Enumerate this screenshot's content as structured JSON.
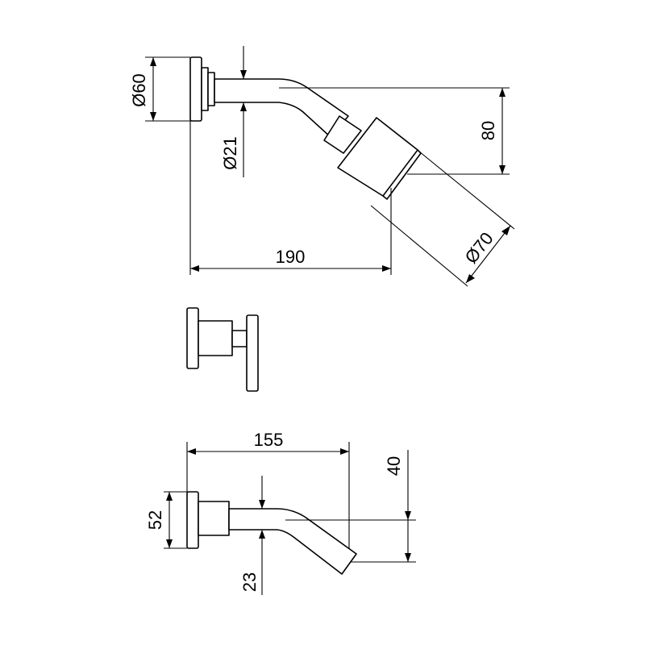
{
  "colors": {
    "line": "#000000",
    "background": "#ffffff"
  },
  "shower_head": {
    "dim_flange_diameter": "Ø60",
    "dim_arm_diameter": "Ø21",
    "dim_projection": "190",
    "dim_drop": "80",
    "dim_head_diameter": "Ø70"
  },
  "spout": {
    "dim_projection": "155",
    "dim_height": "40",
    "dim_flange": "52",
    "dim_pipe": "23"
  }
}
